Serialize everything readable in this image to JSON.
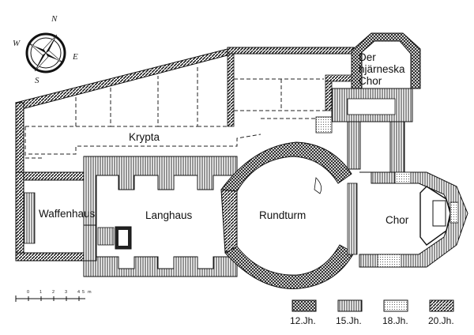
{
  "rooms": {
    "krypta": "Krypta",
    "waffenhaus": "Waffenhaus",
    "langhaus": "Langhaus",
    "rundturm": "Rundturm",
    "chor": "Chor",
    "hjarneska_line1": "Der",
    "hjarneska_line2": "hjärneska",
    "hjarneska_line3": "Chor"
  },
  "compass": {
    "n": "N",
    "e": "E",
    "s": "S",
    "w": "W"
  },
  "scale": {
    "ticks": [
      "0",
      "1",
      "2",
      "3",
      "4",
      "5"
    ],
    "unit": "m"
  },
  "legend": [
    {
      "label": "12.Jh.",
      "pattern": "crosshatch"
    },
    {
      "label": "15.Jh.",
      "pattern": "vertical"
    },
    {
      "label": "18.Jh.",
      "pattern": "dots"
    },
    {
      "label": "20.Jh.",
      "pattern": "diagonal"
    }
  ]
}
